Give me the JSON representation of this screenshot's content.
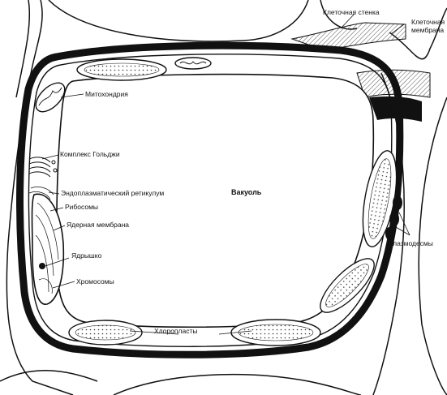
{
  "labels": {
    "cell_wall": "Клеточная стенка",
    "cell_membrane_line1": "Клеточная",
    "cell_membrane_line2": "мембрана",
    "mitochondria": "Митохондрия",
    "golgi": "Комплекс Гольджи",
    "er": "Эндоплазматический ретикулум",
    "vacuole": "Вакуоль",
    "ribosomes": "Рибосомы",
    "nuclear_membrane": "Ядерная мембрана",
    "nucleolus": "Ядрышко",
    "chromosomes": "Хромосомы",
    "plasmodesmata": "Плазмодесмы",
    "chloroplasts": "Хлоропласты"
  },
  "colors": {
    "ink": "#111111",
    "paper": "#ffffff",
    "hatch": "#555555"
  }
}
